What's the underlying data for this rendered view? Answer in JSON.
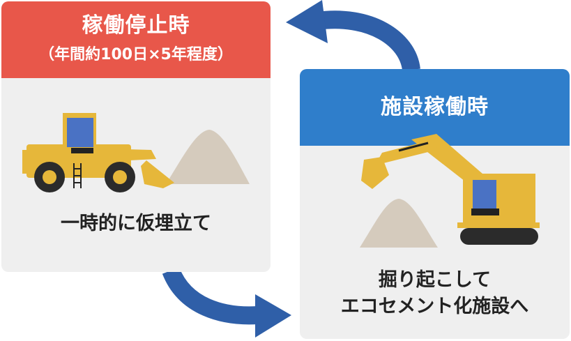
{
  "idle_card": {
    "title": "稼働停止時",
    "subtitle": "（年間約100日×5年程度）",
    "caption": "一時的に仮埋立て"
  },
  "active_card": {
    "title": "施設稼働時",
    "caption_line1": "掘り起こして",
    "caption_line2": "エコセメント化施設へ"
  },
  "colors": {
    "idle_header": "#e8574a",
    "active_header": "#2f7ecb",
    "arrow": "#2f5fa8",
    "machine_body": "#e6b73a",
    "cab_glass": "#4a72c4",
    "soil_pile": "#d5cbbd"
  },
  "icons": [
    "wheel-loader-icon",
    "excavator-icon",
    "soil-pile-icon",
    "cycle-arrow-icon"
  ]
}
